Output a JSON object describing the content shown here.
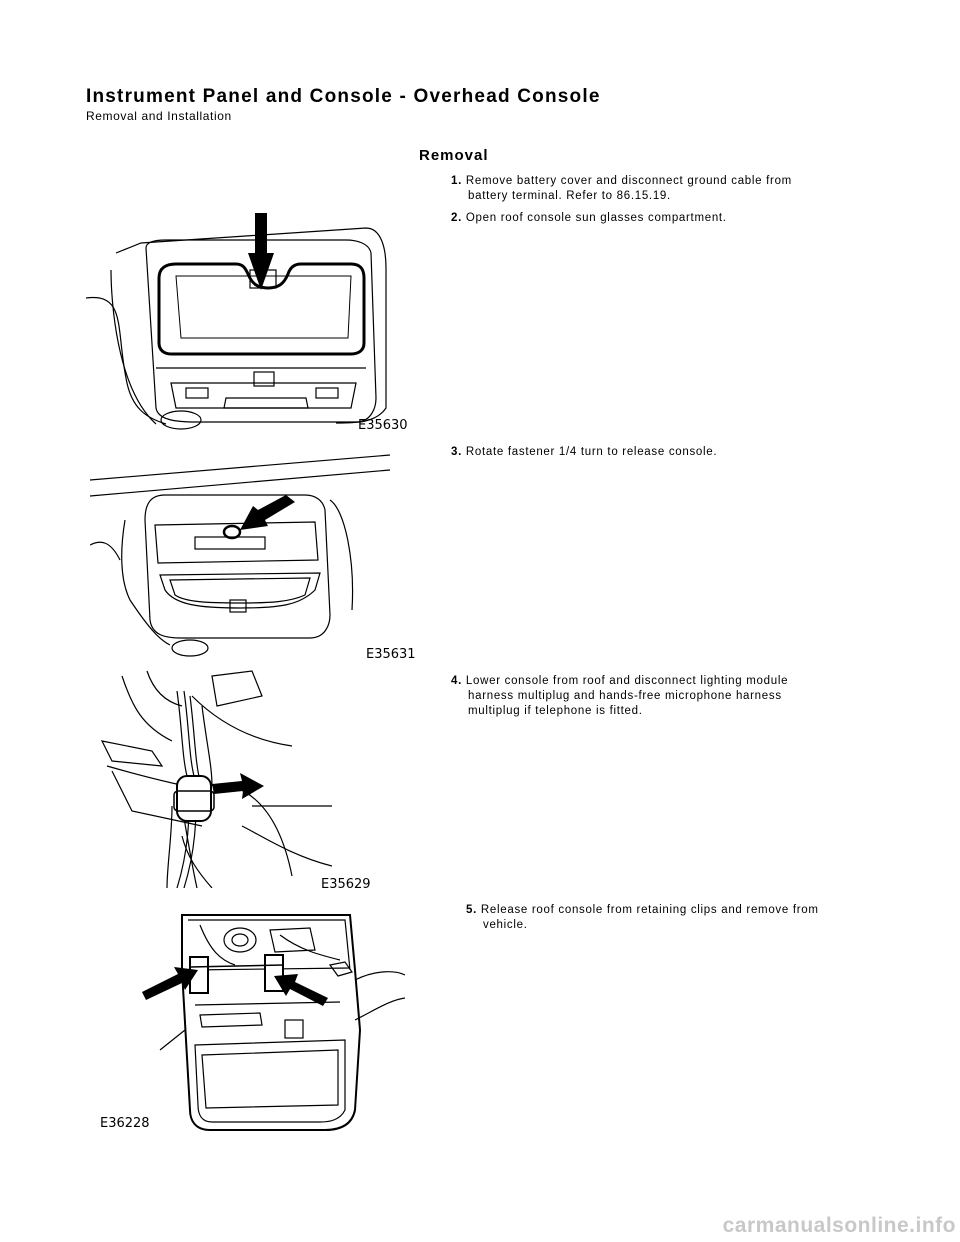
{
  "header": {
    "title": "Instrument Panel and Console - Overhead Console",
    "subtitle": "Removal and Installation"
  },
  "section": {
    "title": "Removal"
  },
  "steps": [
    {
      "num": "1.",
      "line1": "Remove battery cover and disconnect ground cable from",
      "line2": "battery terminal. Refer to 86.15.19.",
      "line3": ""
    },
    {
      "num": "2.",
      "line1": "Open roof console sun glasses compartment.",
      "line2": "",
      "line3": ""
    },
    {
      "num": "3.",
      "line1": "Rotate fastener 1/4 turn to release console.",
      "line2": "",
      "line3": ""
    },
    {
      "num": "4.",
      "line1": "Lower console from roof and disconnect lighting module",
      "line2": "harness multiplug and hands-free microphone harness",
      "line3": "multiplug if telephone is fitted."
    },
    {
      "num": "5.",
      "line1": "Release roof console from retaining clips and remove from",
      "line2": "vehicle.",
      "line3": ""
    }
  ],
  "figures": [
    {
      "label": "E35630"
    },
    {
      "label": "E35631"
    },
    {
      "label": "E35629"
    },
    {
      "label": "E36228"
    }
  ],
  "watermark": "carmanualsonline.info"
}
